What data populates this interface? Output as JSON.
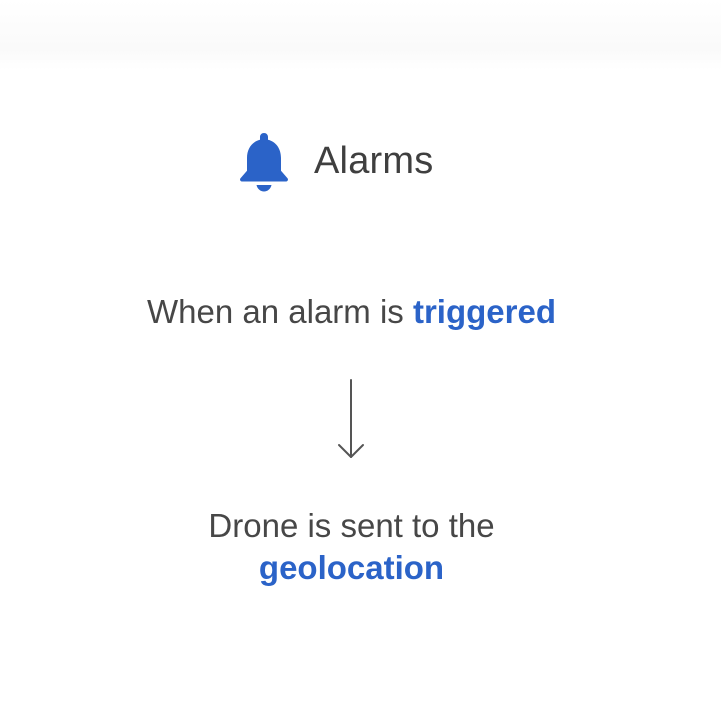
{
  "title": {
    "icon": "bell-icon",
    "text": "Alarms"
  },
  "step1": {
    "prefix": "When an alarm is ",
    "highlight": "triggered"
  },
  "arrow": {
    "icon": "arrow-down-icon"
  },
  "step2": {
    "prefix": "Drone is sent to the",
    "highlight": "geolocation"
  },
  "colors": {
    "accent": "#2b63c8",
    "text": "#474747",
    "arrow": "#555555"
  }
}
